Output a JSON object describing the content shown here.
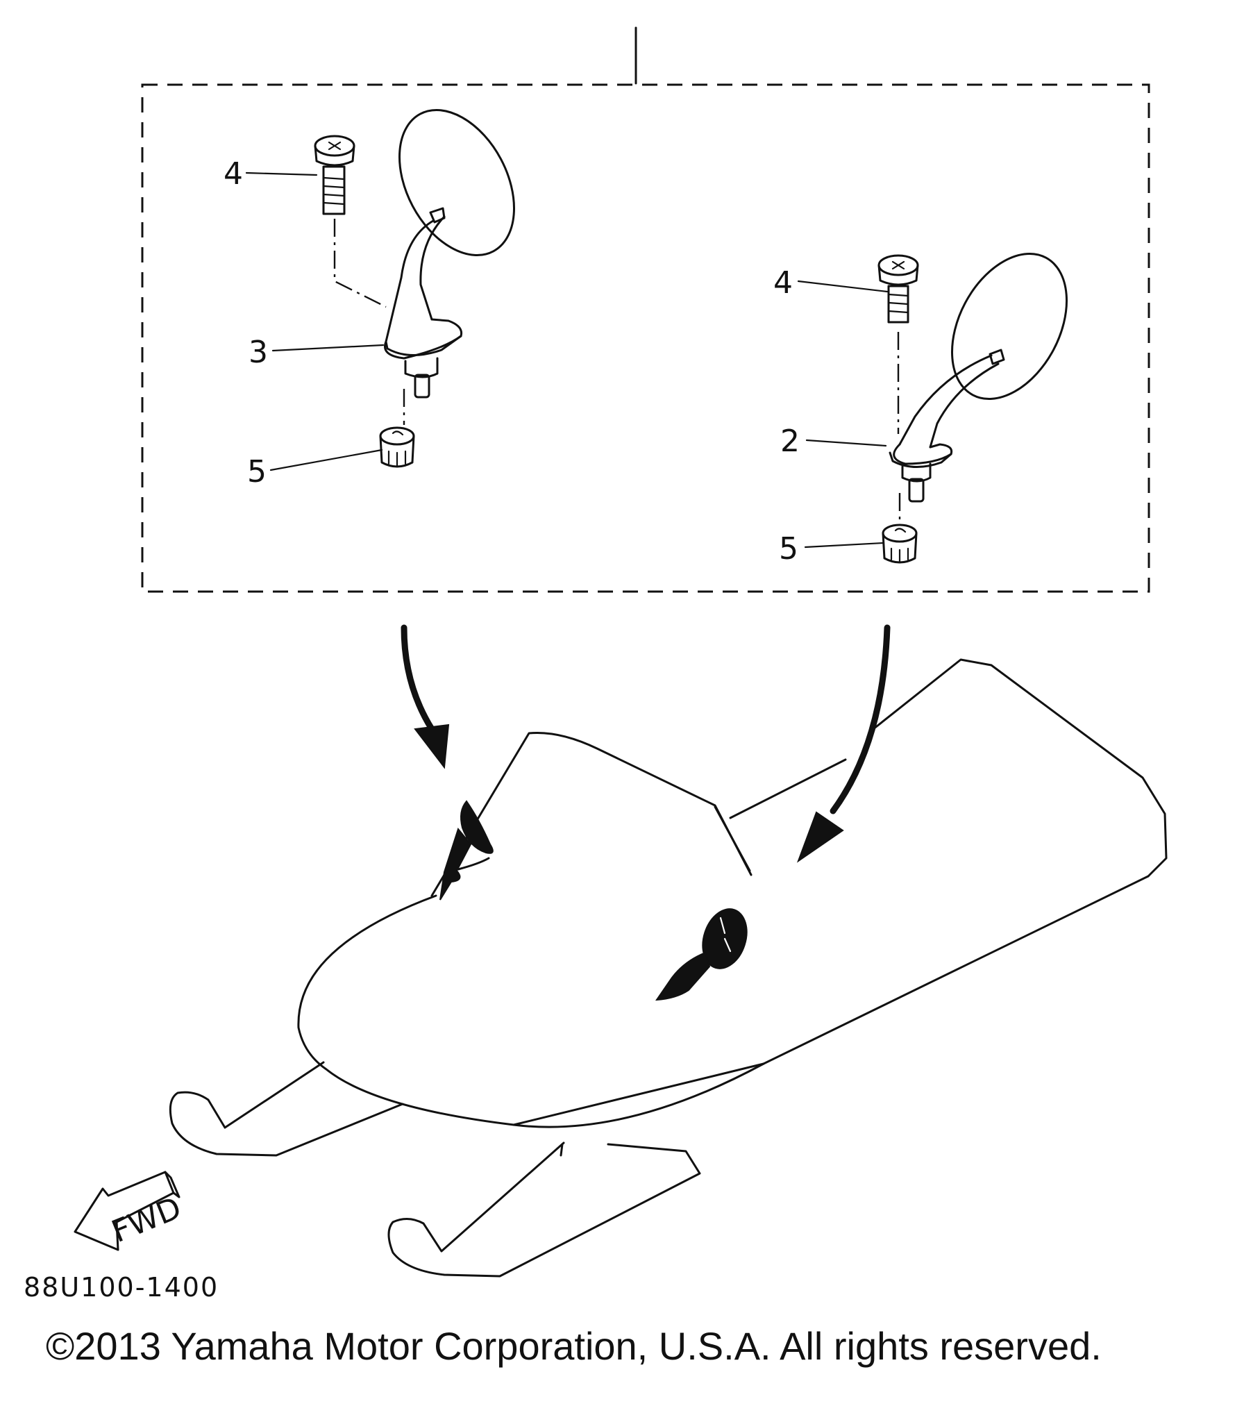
{
  "callouts": {
    "left_bolt": "4",
    "left_mirror": "3",
    "left_nut": "5",
    "right_bolt": "4",
    "right_mirror": "2",
    "right_nut": "5"
  },
  "fwd_label": "FWD",
  "drawing_code": "88U100-1400",
  "copyright": "©2013 Yamaha Motor Corporation, U.S.A. All rights reserved."
}
